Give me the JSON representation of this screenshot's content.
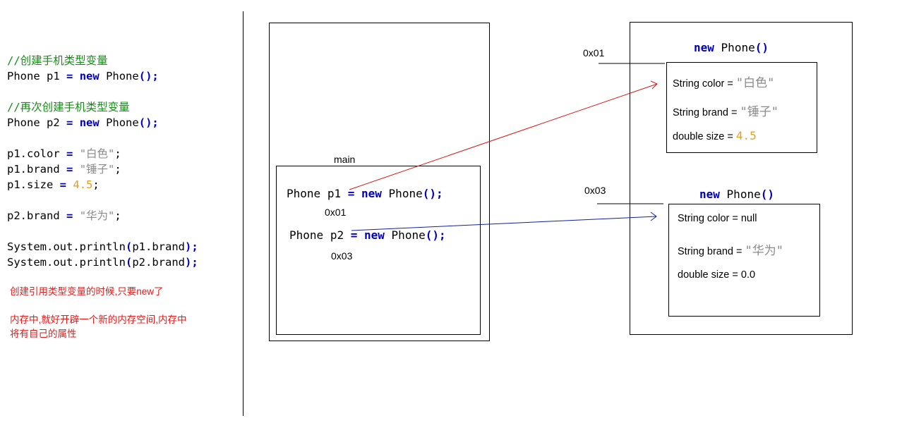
{
  "code": {
    "comment1": "//创建手机类型变量",
    "line1": {
      "type": "Phone",
      "var": "p1",
      "eq": "=",
      "kw": "new",
      "ctor": "Phone",
      "paren": "();"
    },
    "comment2": "//再次创建手机类型变量",
    "line2": {
      "type": "Phone",
      "var": "p2",
      "eq": "=",
      "kw": "new",
      "ctor": "Phone",
      "paren": "();"
    },
    "assign1": {
      "lhs": "p1.color",
      "eq": "=",
      "val": "\"白色\"",
      "end": ";"
    },
    "assign2": {
      "lhs": "p1.brand",
      "eq": "=",
      "val": "\"锤子\"",
      "end": ";"
    },
    "assign3": {
      "lhs": "p1.size",
      "eq": "=",
      "val": "4.5",
      "end": ";"
    },
    "assign4": {
      "lhs": "p2.brand",
      "eq": "=",
      "val": "\"华为\"",
      "end": ";"
    },
    "print1": {
      "call": "System.out.println",
      "open": "(",
      "arg": "p1.brand",
      "close": ");"
    },
    "print2": {
      "call": "System.out.println",
      "open": "(",
      "arg": "p2.brand",
      "close": ");"
    }
  },
  "notes": {
    "note1": "创建引用类型变量的时候,只要new了",
    "note2_line1": "内存中,就好开辟一个新的内存空间,内存中",
    "note2_line2": "将有自己的属性"
  },
  "stack": {
    "main_label": "main",
    "line1": {
      "type": "Phone",
      "var": "p1",
      "eq": "=",
      "kw": "new",
      "ctor": "Phone",
      "paren": "();"
    },
    "addr1": "0x01",
    "line2": {
      "type": "Phone",
      "var": "p2",
      "eq": "=",
      "kw": "new",
      "ctor": "Phone",
      "paren": "();"
    },
    "addr2": "0x03"
  },
  "heap": {
    "obj1": {
      "addr": "0x01",
      "header_kw": "new",
      "header_ctor": "Phone",
      "header_paren": "()",
      "color_label": "String color = ",
      "color_value": "\"白色\"",
      "brand_label": "String brand = ",
      "brand_value": "\"锤子\"",
      "size_label": "double size = ",
      "size_value": "4.5"
    },
    "obj2": {
      "addr": "0x03",
      "header_kw": "new",
      "header_ctor": "Phone",
      "header_paren": "()",
      "color_label": "String color = null",
      "brand_label": "String brand = ",
      "brand_value": "\"华为\"",
      "size_label": "double size = 0.0"
    }
  },
  "colors": {
    "arrow1": "#d41818",
    "arrow2": "#1020a0",
    "keyword": "#0000c0",
    "comment": "#1a8a1a",
    "string": "#8a8a8a",
    "number": "#e0a020",
    "note": "#e81818"
  }
}
